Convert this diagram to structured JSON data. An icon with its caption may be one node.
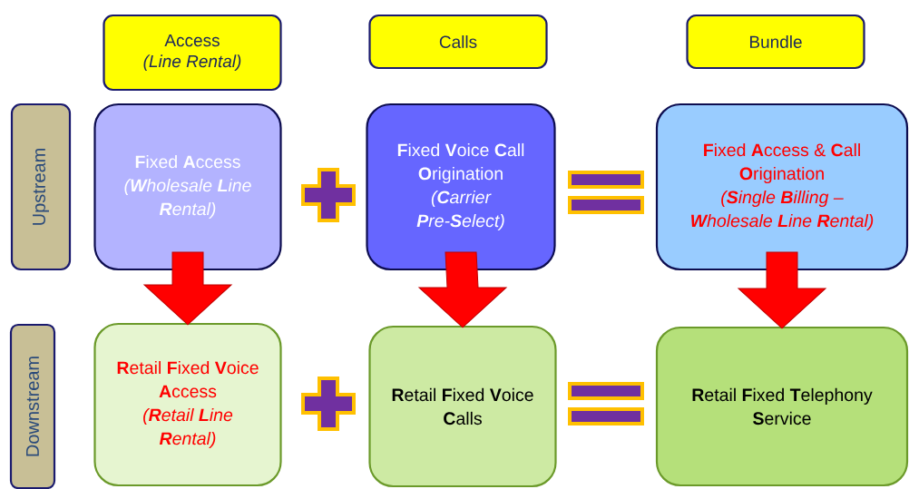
{
  "diagram": {
    "nodes": [
      {
        "text": [
          "Access",
          "(Line Rental)"
        ]
      },
      {
        "text": [
          "Calls"
        ]
      },
      {
        "text": [
          "Bundle"
        ]
      },
      {
        "text": [
          "Upstream"
        ]
      },
      {
        "text": [
          "**F**ixed **A**ccess",
          "(**W**holesale **L**ine **R**ental)"
        ]
      },
      {
        "text": [
          "**F**ixed **V**oice **C**all **O**rigination",
          "(**C**arrier **P**re-**S**elect)"
        ]
      },
      {
        "text": [
          "**F**ixed **A**ccess & **C**all **O**rigination",
          "(**S**ingle **B**illing – **W**holesale **L**ine **R**ental)"
        ]
      },
      {
        "text": [
          "Downstream"
        ]
      },
      {
        "text": [
          "**R**etail **F**ixed **V**oice **A**ccess",
          "(**R**etail **L**ine **R**ental)"
        ]
      },
      {
        "text": [
          "**R**etail **F**ixed **V**oice **C**alls"
        ]
      },
      {
        "text": [
          "**R**etail **F**ixed **T**elephony **S**ervice"
        ]
      }
    ],
    "edges": [
      {
        "from": 4,
        "to": 8,
        "arrow": "to"
      },
      {
        "from": 5,
        "to": 9,
        "arrow": "to"
      },
      {
        "from": 6,
        "to": 10,
        "arrow": "to"
      }
    ]
  }
}
